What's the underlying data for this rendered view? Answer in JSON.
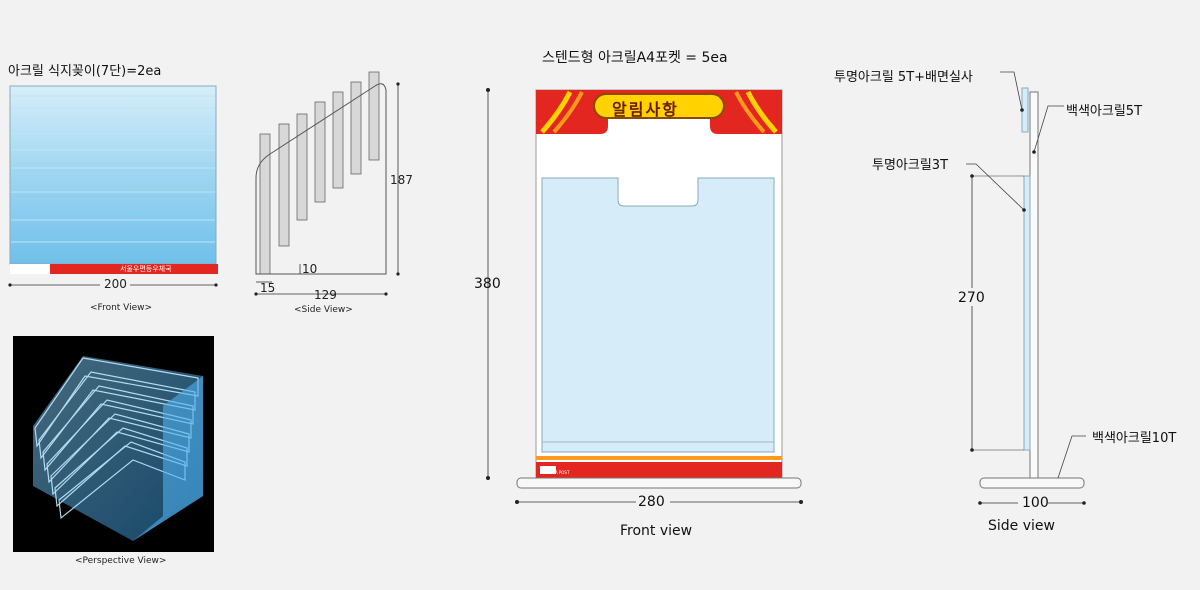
{
  "holder": {
    "title": "아크릴 식지꽂이(7단)=2ea",
    "front_width": "200",
    "front_caption": "<Front View>",
    "brand_small": "KOREA POST",
    "brand_name": "서울우편등우체국",
    "side_height": "187",
    "side_step": "10",
    "side_left": "15",
    "side_depth": "129",
    "side_caption": "<Side View>",
    "persp_caption": "<Perspective View>"
  },
  "stand": {
    "title": "스텐드형 아크릴A4포켓 = 5ea",
    "header_text": "알림사항",
    "height": "380",
    "width": "280",
    "caption": "Front view",
    "footer_logo": "KOREA POST"
  },
  "side": {
    "label_back": "투명아크릴 5T+배면실사",
    "label_white5": "백색아크릴5T",
    "label_clear3": "투명아크릴3T",
    "height": "270",
    "label_white10": "백색아크릴10T",
    "width": "100",
    "caption": "Side view"
  },
  "colors": {
    "acrylic": "#7ec6ea",
    "red": "#e3261f",
    "yellow": "#ffd200",
    "pocket": "#d6ecf9"
  }
}
